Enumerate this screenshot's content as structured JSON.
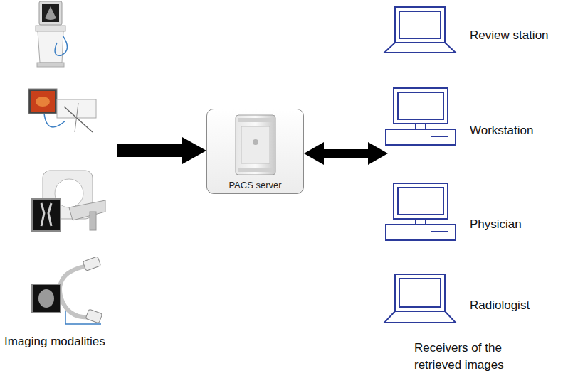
{
  "diagram": {
    "nodes": [
      {
        "text": [
          "Imaging modalities"
        ]
      },
      {
        "text": [
          "PACS server"
        ]
      },
      {
        "text": [
          "Receivers of the retrieved images"
        ]
      },
      {
        "text": [
          "Review station"
        ],
        "in": 2
      },
      {
        "text": [
          "Workstation"
        ],
        "in": 2
      },
      {
        "text": [
          "Physician"
        ],
        "in": 2
      },
      {
        "text": [
          "Radiologist"
        ],
        "in": 2
      }
    ],
    "edges": [
      {
        "from": 0,
        "to": 1,
        "arrow": "to"
      },
      {
        "from": 1,
        "to": 2,
        "arrow": "both"
      }
    ]
  }
}
